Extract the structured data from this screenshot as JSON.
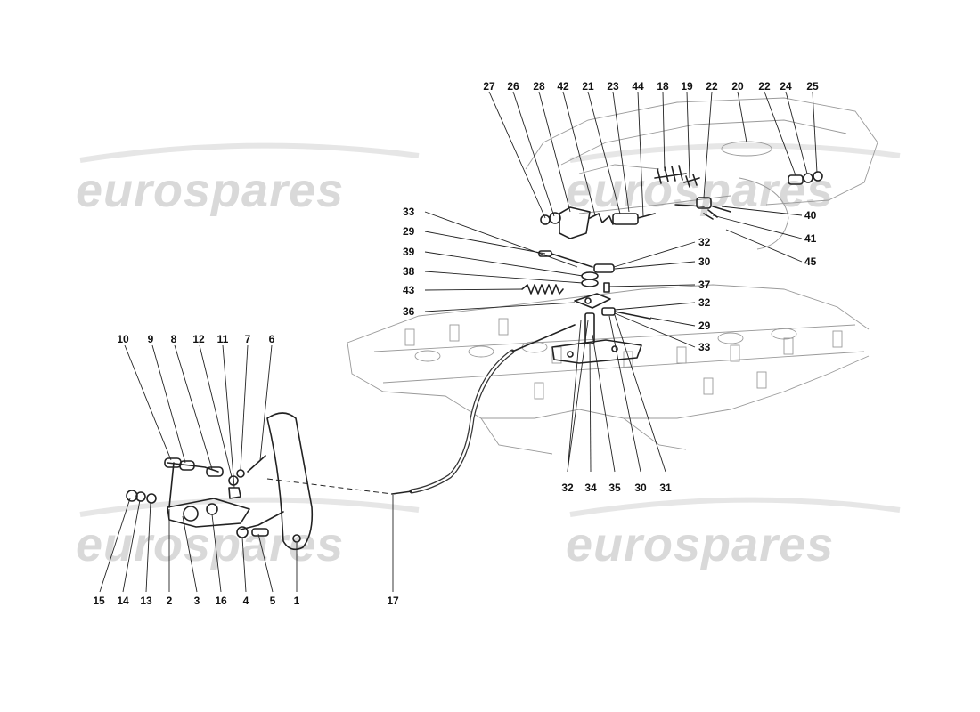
{
  "watermarks": [
    {
      "id": "top-left",
      "text": "eurospares"
    },
    {
      "id": "top-right",
      "text": "eurospares"
    },
    {
      "id": "bottom-left",
      "text": "eurospares"
    },
    {
      "id": "bottom-right",
      "text": "eurospares"
    }
  ],
  "callouts": {
    "top": [
      "27",
      "26",
      "28",
      "42",
      "21",
      "23",
      "44",
      "18",
      "19",
      "22",
      "20",
      "22",
      "24",
      "25"
    ],
    "right": [
      "40",
      "41",
      "45",
      "32",
      "30",
      "37",
      "32",
      "29",
      "33"
    ],
    "left_upper": [
      "33",
      "29",
      "39",
      "38",
      "43",
      "36"
    ],
    "bottom_right": [
      "32",
      "34",
      "35",
      "30",
      "31"
    ],
    "pedal_top": [
      "10",
      "9",
      "8",
      "12",
      "11",
      "7",
      "6"
    ],
    "pedal_bottom": [
      "15",
      "14",
      "13",
      "2",
      "3",
      "16",
      "4",
      "5",
      "1"
    ],
    "cable": [
      "17"
    ]
  },
  "colors": {
    "line": "#222222",
    "watermark": "#d9d9d9",
    "background": "#ffffff"
  }
}
